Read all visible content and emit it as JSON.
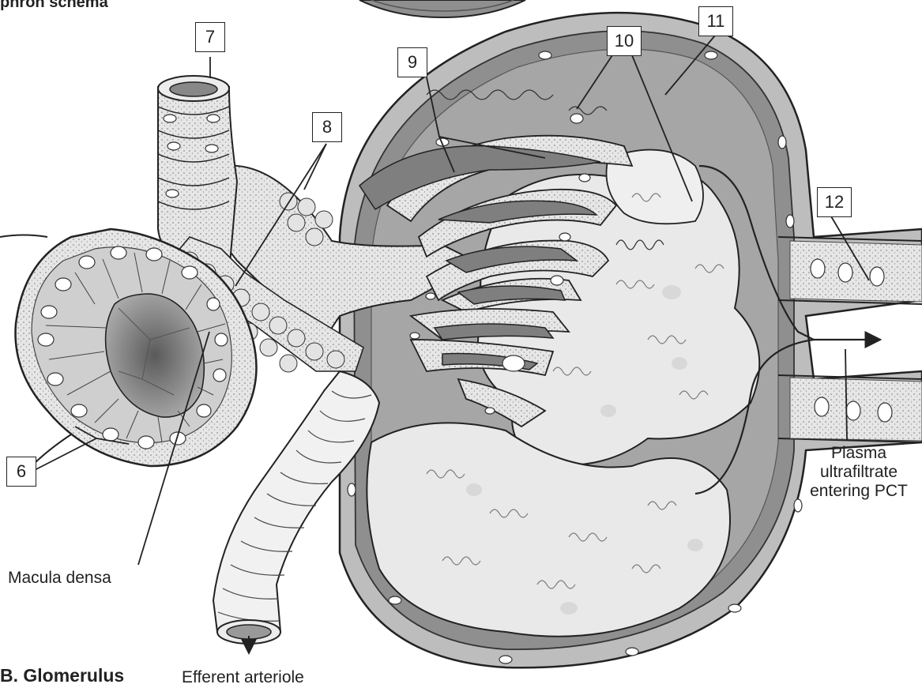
{
  "header": {
    "title_fragment": "phron schema",
    "section_title": "B. Glomerulus"
  },
  "callouts": {
    "six": "6",
    "seven": "7",
    "eight": "8",
    "nine": "9",
    "ten": "10",
    "eleven": "11",
    "twelve": "12"
  },
  "labels": {
    "macula_densa": "Macula densa",
    "efferent_arteriole": "Efferent arteriole",
    "plasma_line1": "Plasma",
    "plasma_line2": "ultrafiltrate",
    "plasma_line3": "entering PCT"
  },
  "colors": {
    "ink": "#222222",
    "shade_dark": "#9a9a9a",
    "shade_mid": "#c4c4c4",
    "shade_light": "#e3e3e3",
    "paper": "#ffffff"
  }
}
